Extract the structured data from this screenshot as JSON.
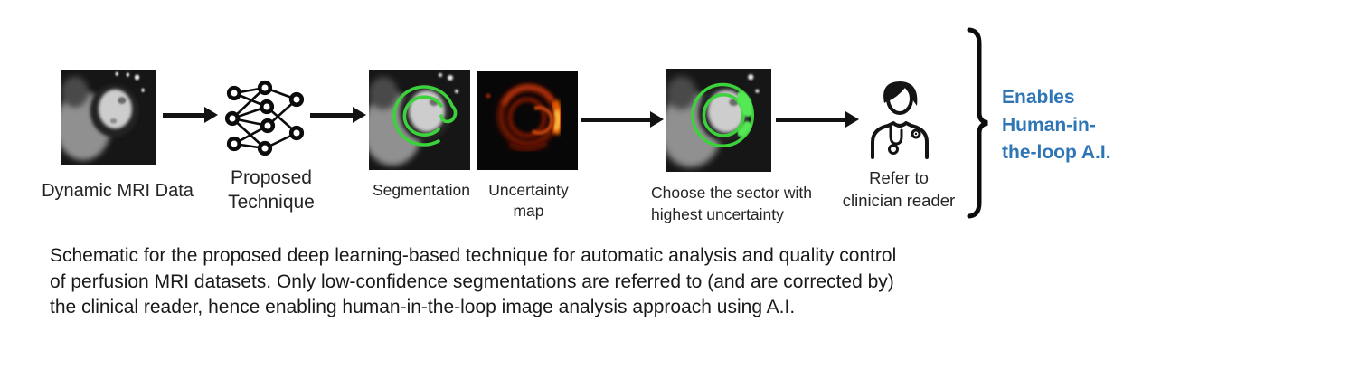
{
  "figure": {
    "input": {
      "label": "Dynamic MRI Data"
    },
    "technique": {
      "label": "Proposed\nTechnique"
    },
    "segmentation": {
      "label": "Segmentation"
    },
    "uncertainty": {
      "label": "Uncertainty\nmap"
    },
    "sector": {
      "label": "Choose the sector with\nhighest uncertainty"
    },
    "refer": {
      "label": "Refer to\nclinician reader"
    },
    "outcome": {
      "label": "Enables\nHuman-in-\nthe-loop A.I.",
      "color": "#2E75B6"
    },
    "colors": {
      "arrow": "#121212",
      "contour_green": "#3BD23B",
      "highlight_green": "#55E855",
      "uncertainty_hot": "#FFC545",
      "uncertainty_base": "#7E1800"
    }
  },
  "caption": {
    "text": "Schematic for the proposed deep learning-based technique for automatic analysis and quality control\nof perfusion MRI datasets. Only low-confidence segmentations are referred to (and are corrected by)\nthe clinical reader, hence enabling human-in-the-loop image analysis approach using A.I."
  }
}
